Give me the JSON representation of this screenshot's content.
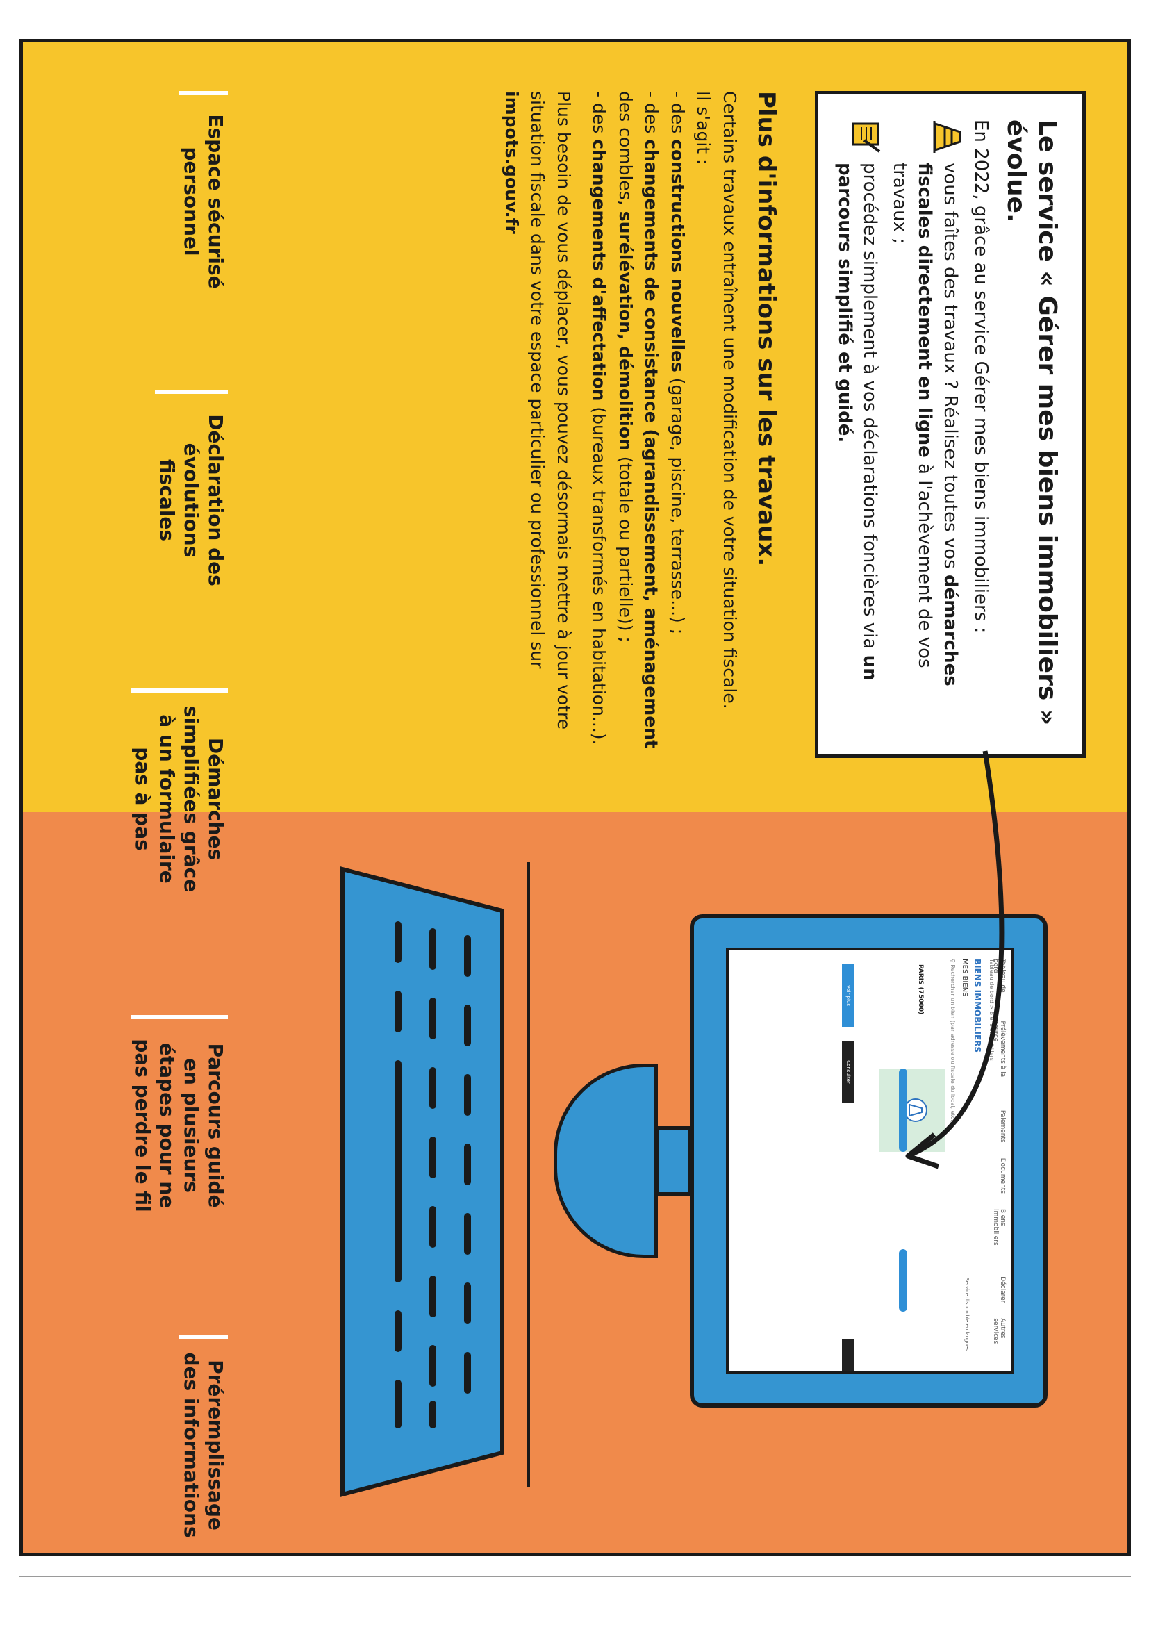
{
  "info_box": {
    "title": "Le service « Gérer mes biens immobiliers » évolue.",
    "intro": "En 2022, grâce au service Gérer mes biens immobiliers :",
    "item1_pre": "vous faîtes des travaux ? Réalisez toutes vos ",
    "item1_bold": "démarches fiscales directement en ligne",
    "item1_post": " à l'achèvement de vos travaux ;",
    "item2_pre": "procédez simplement à vos déclarations foncières via ",
    "item2_bold": "un parcours simplifié et guidé."
  },
  "work_section": {
    "heading": "Plus d'informations sur les travaux.",
    "p1": "Certains travaux entraînent une modification de votre situation fiscale.",
    "p2": "Il s'agit :",
    "b1_pre": "- des ",
    "b1_bold": "constructions nouvelles",
    "b1_post": " (garage, piscine, terrasse...) ;",
    "b2_pre": "- des ",
    "b2_bold1": "changements de consistance (agrandissement, aménagement",
    "b2_mid": " des combles, ",
    "b2_bold2": "surélévation, démolition",
    "b2_post": " (totale ou partielle)) ;",
    "b3_pre": "- des ",
    "b3_bold": "changements d'affectation",
    "b3_post": " (bureaux transformés en habitation...).",
    "p3": "Plus besoin de vous déplacer, vous pouvez désormais mettre à jour votre situation fiscale dans votre espace particulier ou professionnel sur ",
    "p3_link": "impots.gouv.fr"
  },
  "features": [
    "Espace sécurisé personnel",
    "Déclaration des évolutions fiscales",
    "Démarches simplifiées grâce à un formulaire pas à pas",
    "Parcours guidé en plusieurs étapes pour ne pas perdre le fil",
    "Préremplissage des informations"
  ],
  "screen": {
    "nav": [
      "Tableau de bord",
      "Prélèvements à la source",
      "Paiements",
      "Documents",
      "Biens immobiliers",
      "Déclarer",
      "Autres services"
    ],
    "breadcrumb": "Tableau de bord > Biens immobiliers",
    "title": "BIENS IMMOBILIERS",
    "subtitle": "MES BIENS",
    "search": "Rechercher un bien (par adresse ou fiscale du local, etc.)",
    "place": "PARIS (75000)",
    "service": "Service disponible en langues",
    "btn1": "Voir plus",
    "btn2": "Consulter"
  },
  "colors": {
    "yellow": "#f7c52b",
    "orange": "#f08a4b",
    "blue": "#3595d1",
    "dark": "#1a1a1a"
  },
  "icons": [
    "cone-icon",
    "document-pencil-icon",
    "search-icon"
  ]
}
